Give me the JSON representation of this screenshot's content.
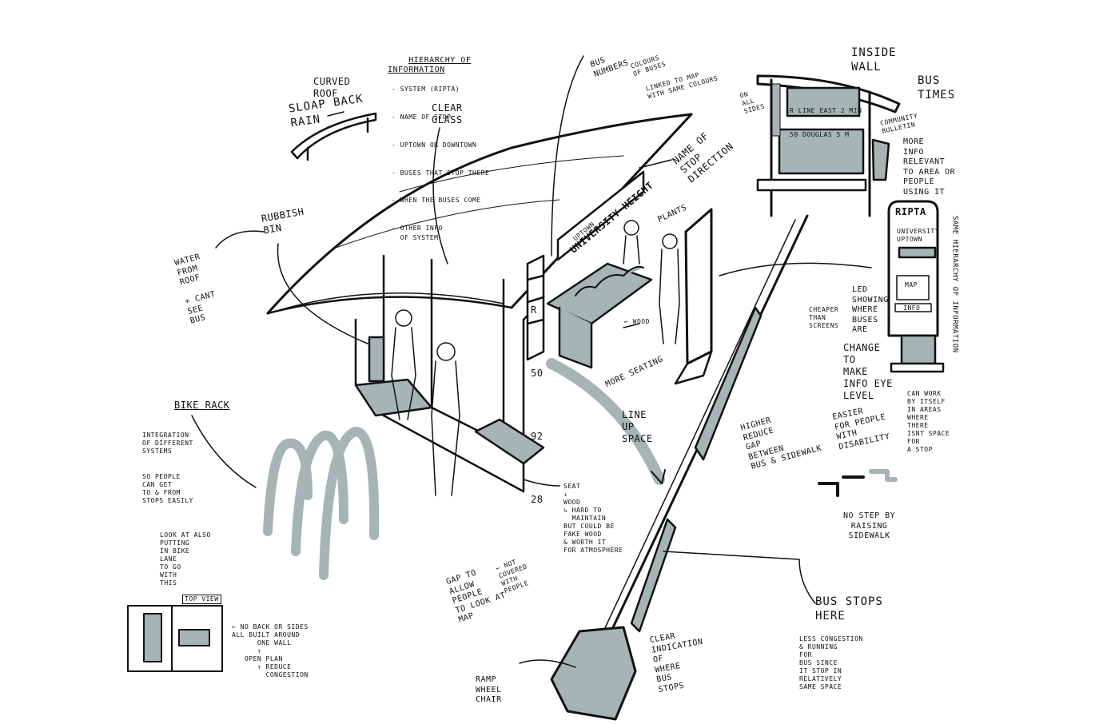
{
  "colors": {
    "ink": "#111111",
    "accent_grey": "#a6b4b6",
    "paper": "#ffffff"
  },
  "notes": {
    "curved_roof": "Curved\nroof",
    "slope_back_rain": "Sloap back\nrain",
    "hierarchy_title": "Hierarchy of\ninformation",
    "hierarchy_items": [
      "- System (RIPTA)",
      "- Name of stop",
      "- Uptown or downtown",
      "- Buses that stop there",
      "- When the buses come",
      "- Other info\n  of system"
    ],
    "clear_glass": "Clear\nglass",
    "bus_numbers": "Bus\nnumbers",
    "colours_of_buses": "colours\nof buses",
    "linked_to_map": "Linked to map\nwith same colours",
    "name_of_stop": "Name of\nstop\ndirection",
    "inside_wall": "Inside\nwall",
    "bus_times": "Bus\ntimes",
    "on_all_sides": "On\nall\nsides",
    "community_bulletin": "Community\nbulletin",
    "more_info": "More\ninfo\nrelevant\nto area or\npeople\nusing it",
    "rubbish_bin": "Rubbish\nbin",
    "water_from_roof": "Water\nfrom\nroof\n\n+ cant\nsee\nbus",
    "plants": "Plants",
    "wood": "← wood",
    "more_seating": "More seating",
    "led_showing": "LED\nshowing\nwhere\nbuses\nare",
    "cheaper_than_screens": "Cheaper\nthan\nscreens",
    "change_to_make": "Change\nto\nmake\ninfo eye\nlevel",
    "same_hierarchy": "Same hierarchy of information",
    "can_work_by_itself": "Can work\nby itself\nin areas\nwhere\nthere\nisnt space\nfor\na stop",
    "line_up_space": "Line\nup\nspace",
    "higher": "Higher\nreduce\ngap\nbetween\nbus & sidewalk",
    "easier": "Easier\nfor people\nwith\ndisability",
    "no_step": "No step by\nraising\nsidewalk",
    "bike_rack": "Bike rack",
    "integration": "Integration\nof different\nsystems",
    "so_people": "So people\ncan get\nto & from\nstops easily",
    "look_at_also": "Look at also\nputting\nin bike\nlane\nto go\nwith\nthis",
    "top_view": "Top view",
    "no_back": "← No back or sides\nAll built around\n      one wall\n      ↑\n   Open plan\n      ↑ Reduce\n        congestion",
    "seat_wood": "Seat\n↓\nwood\n↳ hard to\n  maintain\nbut could be\nfake wood\n& worth it\nfor atmosphere",
    "gap_to_allow": "Gap to\nallow\npeople\nto look at\nmap",
    "not_covered": "← not\ncovered\nwith\npeople",
    "ramp": "Ramp\nwheel\nchair",
    "clear_indication": "Clear\nindication\nof\nwhere\nbus\nstops",
    "bus_stops_here": "Bus stops\nhere",
    "less_congestion": "Less congestion\n& running\nfor\nbus since\nit stop in\nrelatively\nsame space"
  },
  "signage": {
    "stop_name": "University Height",
    "stop_direction": "Uptown",
    "route_numbers": [
      "R",
      "50",
      "92",
      "28"
    ],
    "bus_times_lines": [
      "R line east 2 min",
      "50 Douglas 5 m"
    ],
    "kiosk_brand": "RIPTA",
    "kiosk_stop": "University\nUptown",
    "kiosk_map": "Map",
    "kiosk_info": "Info"
  }
}
